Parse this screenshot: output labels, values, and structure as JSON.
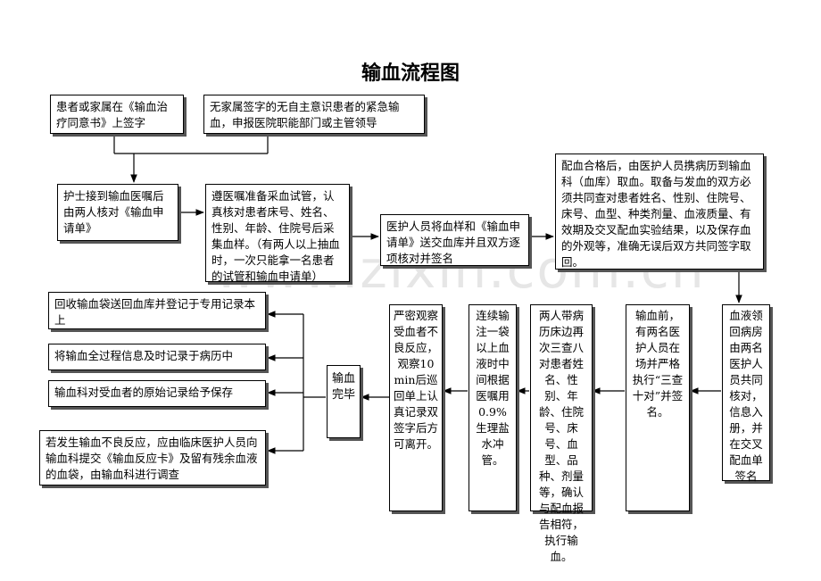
{
  "title": "输血流程图",
  "watermark": "www.zixin.com.cn",
  "boxes": {
    "consent": "患者或家属在《输血治疗同意书》上签字",
    "emergency": "无家属签字的无自主意识患者的紧急输血，申报医院职能部门或主管领导",
    "nurse_receive": "护士接到输血医嘱后由两人核对《输血申请单》",
    "prepare_sample": "遵医嘱准备采血试管，认真核对患者床号、姓名、性别、年龄、住院号后采集血样。（有两人以上抽血时，一次只能拿一名患者的试管和输血申请单）",
    "send_sample": "医护人员将血样和《输血申请单》送交血库并且双方逐项核对并签名",
    "pickup_blood": "配血合格后，由医护人员携病历到输血科（血库）取血。取备与发血的双方必须共同查对患者姓名、性别、住院号、床号、血型、种类剂量、血液质量、有效期及交叉配血实验结果，以及保存血的外观等，准确无误后双方共同签字取回。",
    "return_ward": "血液领回病房由两名医护人员共同核对，信息入册，并在交叉配血单签名",
    "before_transfusion": "输血前，有两名医护人员在场并严格执行“三查十对”并签名。",
    "two_persons": "两人带病历床边再次三查八对患者姓名、性别、年龄、住院号、床号、血型、品种、剂量等，确认与配血报告相符，执行输血。",
    "continuous": "连续输注一袋以上血液时中间根据医嘱用0.9%生理盐水冲管。",
    "observe": "严密观察受血者不良反应，观察10min后巡回单上认真记录双签字后方可离开。",
    "finish": "输血完毕",
    "recycle_bag": "回收输血袋送回血库并登记于专用记录本上",
    "record_history": "将输血全过程信息及时记录于病历中",
    "archive": "输血科对受血者的原始记录给予保存",
    "adverse": "若发生输血不良反应，应由临床医护人员向输血科提交《输血反应卡》及留有残余血液的血袋，由输血科进行调查"
  }
}
